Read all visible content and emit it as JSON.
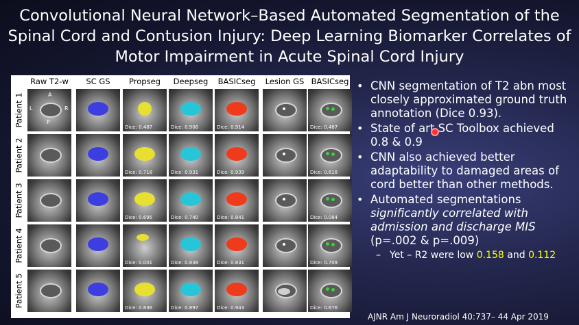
{
  "title": {
    "line1": "Convolutional Neural Network–Based Automated Segmentation of the",
    "line2": "Spinal Cord and Contusion Injury: Deep Learning Biomarker Correlates of",
    "line3": "Motor Impairment in Acute Spinal Cord Injury"
  },
  "figure": {
    "columns": [
      "Raw T2-w",
      "SC GS",
      "Propseg",
      "Deepseg",
      "BASICseg",
      "Lesion GS",
      "BASICseg"
    ],
    "rows": [
      {
        "label": "Patient 1",
        "dice": [
          "Dice: 0.487",
          "Dice: 0.906",
          "Dice: 0.914",
          "Dice: 0.487"
        ]
      },
      {
        "label": "Patient 2",
        "dice": [
          "Dice: 0.718",
          "Dice: 0.931",
          "Dice: 0.939",
          "Dice: 0.618"
        ]
      },
      {
        "label": "Patient 3",
        "dice": [
          "Dice: 0.695",
          "Dice: 0.740",
          "Dice: 0.841",
          "Dice: 0.084"
        ]
      },
      {
        "label": "Patient 4",
        "dice": [
          "Dice: 0.001",
          "Dice: 0.838",
          "Dice: 0.831",
          "Dice: 0.709"
        ]
      },
      {
        "label": "Patient 5",
        "dice": [
          "Dice: 0.836",
          "Dice: 0.897",
          "Dice: 0.943",
          "Dice: 0.676"
        ]
      }
    ],
    "orientation": {
      "anterior": "A",
      "left": "L",
      "right": "R",
      "posterior": "P"
    },
    "colors": {
      "sc_gs": "#3c3ee0",
      "propseg": "#e8e030",
      "deepseg": "#26c6d8",
      "basicseg": "#f03a1c",
      "lesion_gs": "#f0f0f0",
      "lesion_basicseg": "#3ecf3e"
    }
  },
  "bullets": {
    "b1": "CNN segmentation of T2 abn most closely approximated ground truth annotation (Dice 0.93).",
    "b2": "State of art SC Toolbox achieved 0.8 & 0.9",
    "b3": "CNN also achieved better adaptability to damaged areas of cord better than other methods.",
    "b4_a": "Automated segmentations",
    "b4_b": "significantly correlated with admission and discharge MIS",
    "b4_c": "(p=.002 & p=.009)",
    "sub_a": "Yet – R2 were low",
    "sub_v1": "0.158",
    "sub_and": "and",
    "sub_v2": "0.112"
  },
  "citation": "AJNR Am J Neuroradiol 40:737– 44 Apr 2019"
}
